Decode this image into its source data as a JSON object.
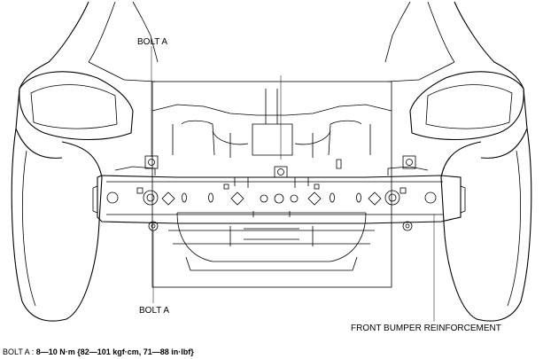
{
  "labels": {
    "bolt_a_top": "BOLT A",
    "bolt_a_bottom": "BOLT A",
    "front_bumper_reinforcement": "FRONT BUMPER REINFORCEMENT"
  },
  "torque_spec": {
    "label": "BOLT A",
    "separator": " : ",
    "value": "8—10 N·m {82—101 kgf·cm, 71—88 in·lbf}"
  }
}
